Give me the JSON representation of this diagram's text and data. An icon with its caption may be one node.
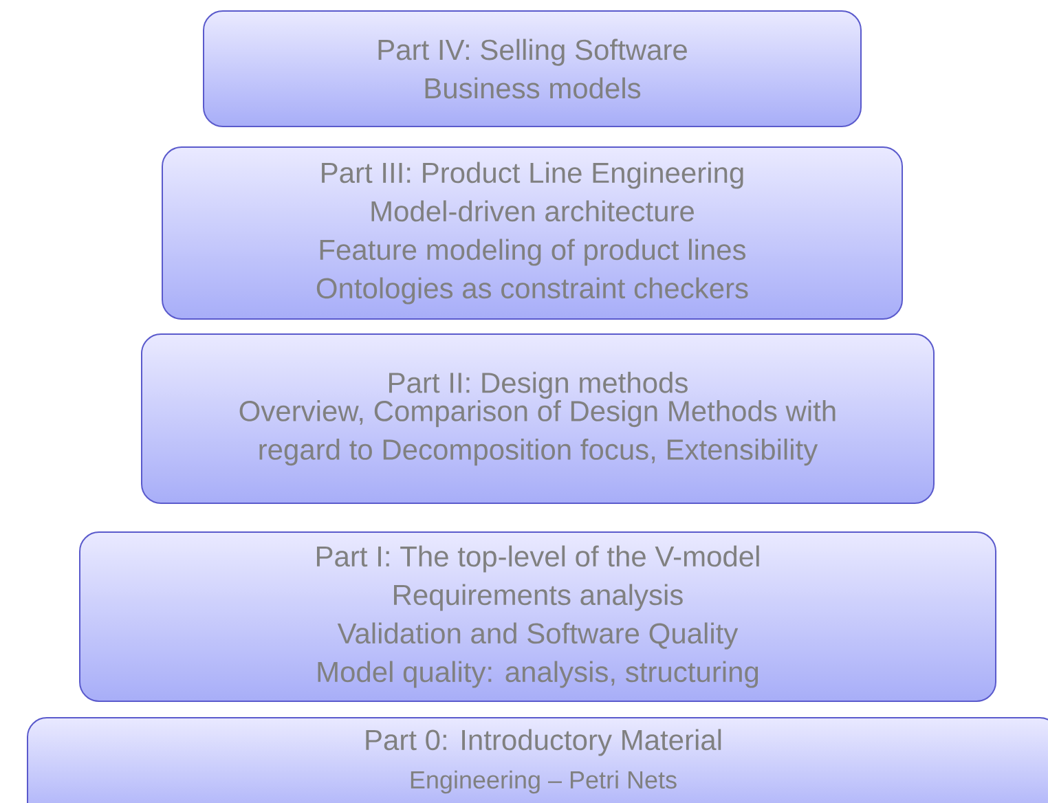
{
  "diagram": {
    "nodes": [
      {
        "text": [
          "Part IV: Selling Software",
          "Business models"
        ]
      },
      {
        "text": [
          "Part III:  Product Line Engineering",
          "Model-driven architecture",
          "Feature modeling of product lines",
          "Ontologies as constraint checkers"
        ]
      },
      {
        "text": [
          "Part II: Design methods",
          "Overview, Comparison of Design Methods with regard to Decomposition focus, Extensibility"
        ]
      },
      {
        "text": [
          "Part I:  The top-level of the V-model",
          "Requirements analysis",
          "Validation and Software Quality",
          "Model quality: analysis, structuring"
        ]
      },
      {
        "text": [
          "Part 0: Introductory Material",
          "Engineering – Petri Nets"
        ]
      }
    ]
  }
}
